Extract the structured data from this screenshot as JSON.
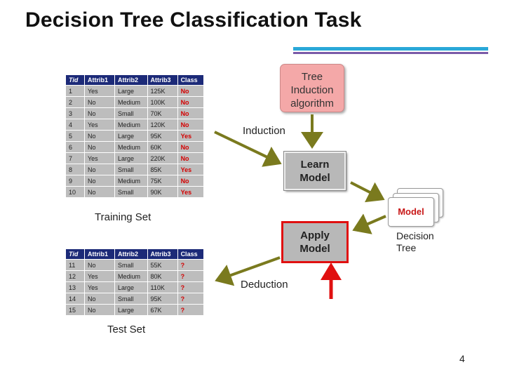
{
  "title": "Decision Tree Classification Task",
  "training_set": {
    "caption": "Training Set",
    "headers": [
      "Tid",
      "Attrib1",
      "Attrib2",
      "Attrib3",
      "Class"
    ],
    "rows": [
      [
        "1",
        "Yes",
        "Large",
        "125K",
        "No"
      ],
      [
        "2",
        "No",
        "Medium",
        "100K",
        "No"
      ],
      [
        "3",
        "No",
        "Small",
        "70K",
        "No"
      ],
      [
        "4",
        "Yes",
        "Medium",
        "120K",
        "No"
      ],
      [
        "5",
        "No",
        "Large",
        "95K",
        "Yes"
      ],
      [
        "6",
        "No",
        "Medium",
        "60K",
        "No"
      ],
      [
        "7",
        "Yes",
        "Large",
        "220K",
        "No"
      ],
      [
        "8",
        "No",
        "Small",
        "85K",
        "Yes"
      ],
      [
        "9",
        "No",
        "Medium",
        "75K",
        "No"
      ],
      [
        "10",
        "No",
        "Small",
        "90K",
        "Yes"
      ]
    ]
  },
  "test_set": {
    "caption": "Test Set",
    "headers": [
      "Tid",
      "Attrib1",
      "Attrib2",
      "Attrib3",
      "Class"
    ],
    "rows": [
      [
        "11",
        "No",
        "Small",
        "55K",
        "?"
      ],
      [
        "12",
        "Yes",
        "Medium",
        "80K",
        "?"
      ],
      [
        "13",
        "Yes",
        "Large",
        "110K",
        "?"
      ],
      [
        "14",
        "No",
        "Small",
        "95K",
        "?"
      ],
      [
        "15",
        "No",
        "Large",
        "67K",
        "?"
      ]
    ]
  },
  "algorithm_box": {
    "line1": "Tree",
    "line2": "Induction",
    "line3": "algorithm"
  },
  "induction_label": "Induction",
  "learn_box": {
    "line1": "Learn",
    "line2": "Model"
  },
  "model_card": "Model",
  "decision_tree_caption": {
    "line1": "Decision",
    "line2": "Tree"
  },
  "apply_box": {
    "line1": "Apply",
    "line2": "Model"
  },
  "deduction_label": "Deduction",
  "page_number": "4",
  "colors": {
    "arrow_olive": "#7a7a1e",
    "arrow_red": "#e01010",
    "table_header": "#1c2a78",
    "class_red": "#d40000",
    "algorithm_pink": "#f4a8a8"
  }
}
